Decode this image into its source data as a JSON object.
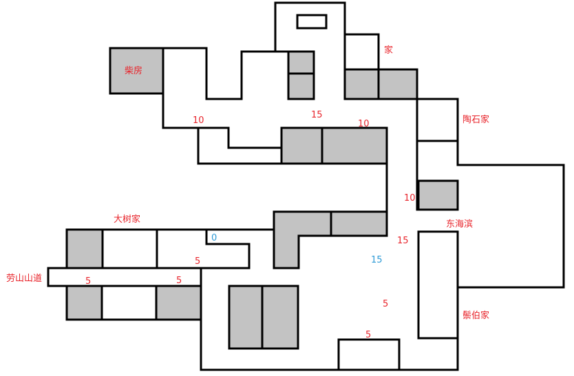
{
  "colors": {
    "wall": "#000000",
    "shaded_room": "#c3c3c3",
    "place_label": "#e8242b",
    "number_red": "#e8242b",
    "number_blue": "#2d9ad6",
    "background": "#ffffff"
  },
  "places": {
    "chaifang": "柴房",
    "jia": "家",
    "taoshi": "陶石家",
    "dongxu": "东海滨",
    "laoshan": "劳山山道",
    "dashu": "大树家",
    "binbo": "鬃伯家"
  },
  "numbers": {
    "n10_a": "10",
    "n15_a": "15",
    "n10_b": "10",
    "n10_c": "10",
    "n15_b": "15",
    "n15_blue": "15",
    "n0_blue": "0",
    "n5_a": "5",
    "n5_b": "5",
    "n5_c": "5",
    "n5_d": "5",
    "n5_e": "5"
  }
}
